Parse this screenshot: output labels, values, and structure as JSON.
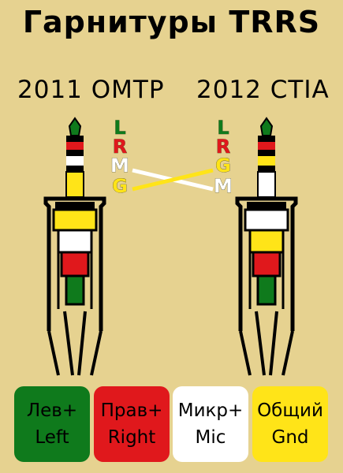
{
  "title": "Гарнитуры TRRS",
  "standards": {
    "left": "2011 OMTP",
    "right": "2012 CTIA"
  },
  "pins": {
    "left": [
      "L",
      "R",
      "M",
      "G"
    ],
    "right": [
      "L",
      "R",
      "G",
      "M"
    ]
  },
  "colors": {
    "background": "#e6d290",
    "left": "#0f7a1c",
    "right": "#e0181c",
    "mic": "#ffffff",
    "gnd": "#ffe418",
    "outline": "#000000"
  },
  "legend": [
    {
      "line1": "Лев+",
      "line2": "Left"
    },
    {
      "line1": "Прав+",
      "line2": "Right"
    },
    {
      "line1": "Микр+",
      "line2": "Mic"
    },
    {
      "line1": "Общий",
      "line2": "Gnd"
    }
  ]
}
